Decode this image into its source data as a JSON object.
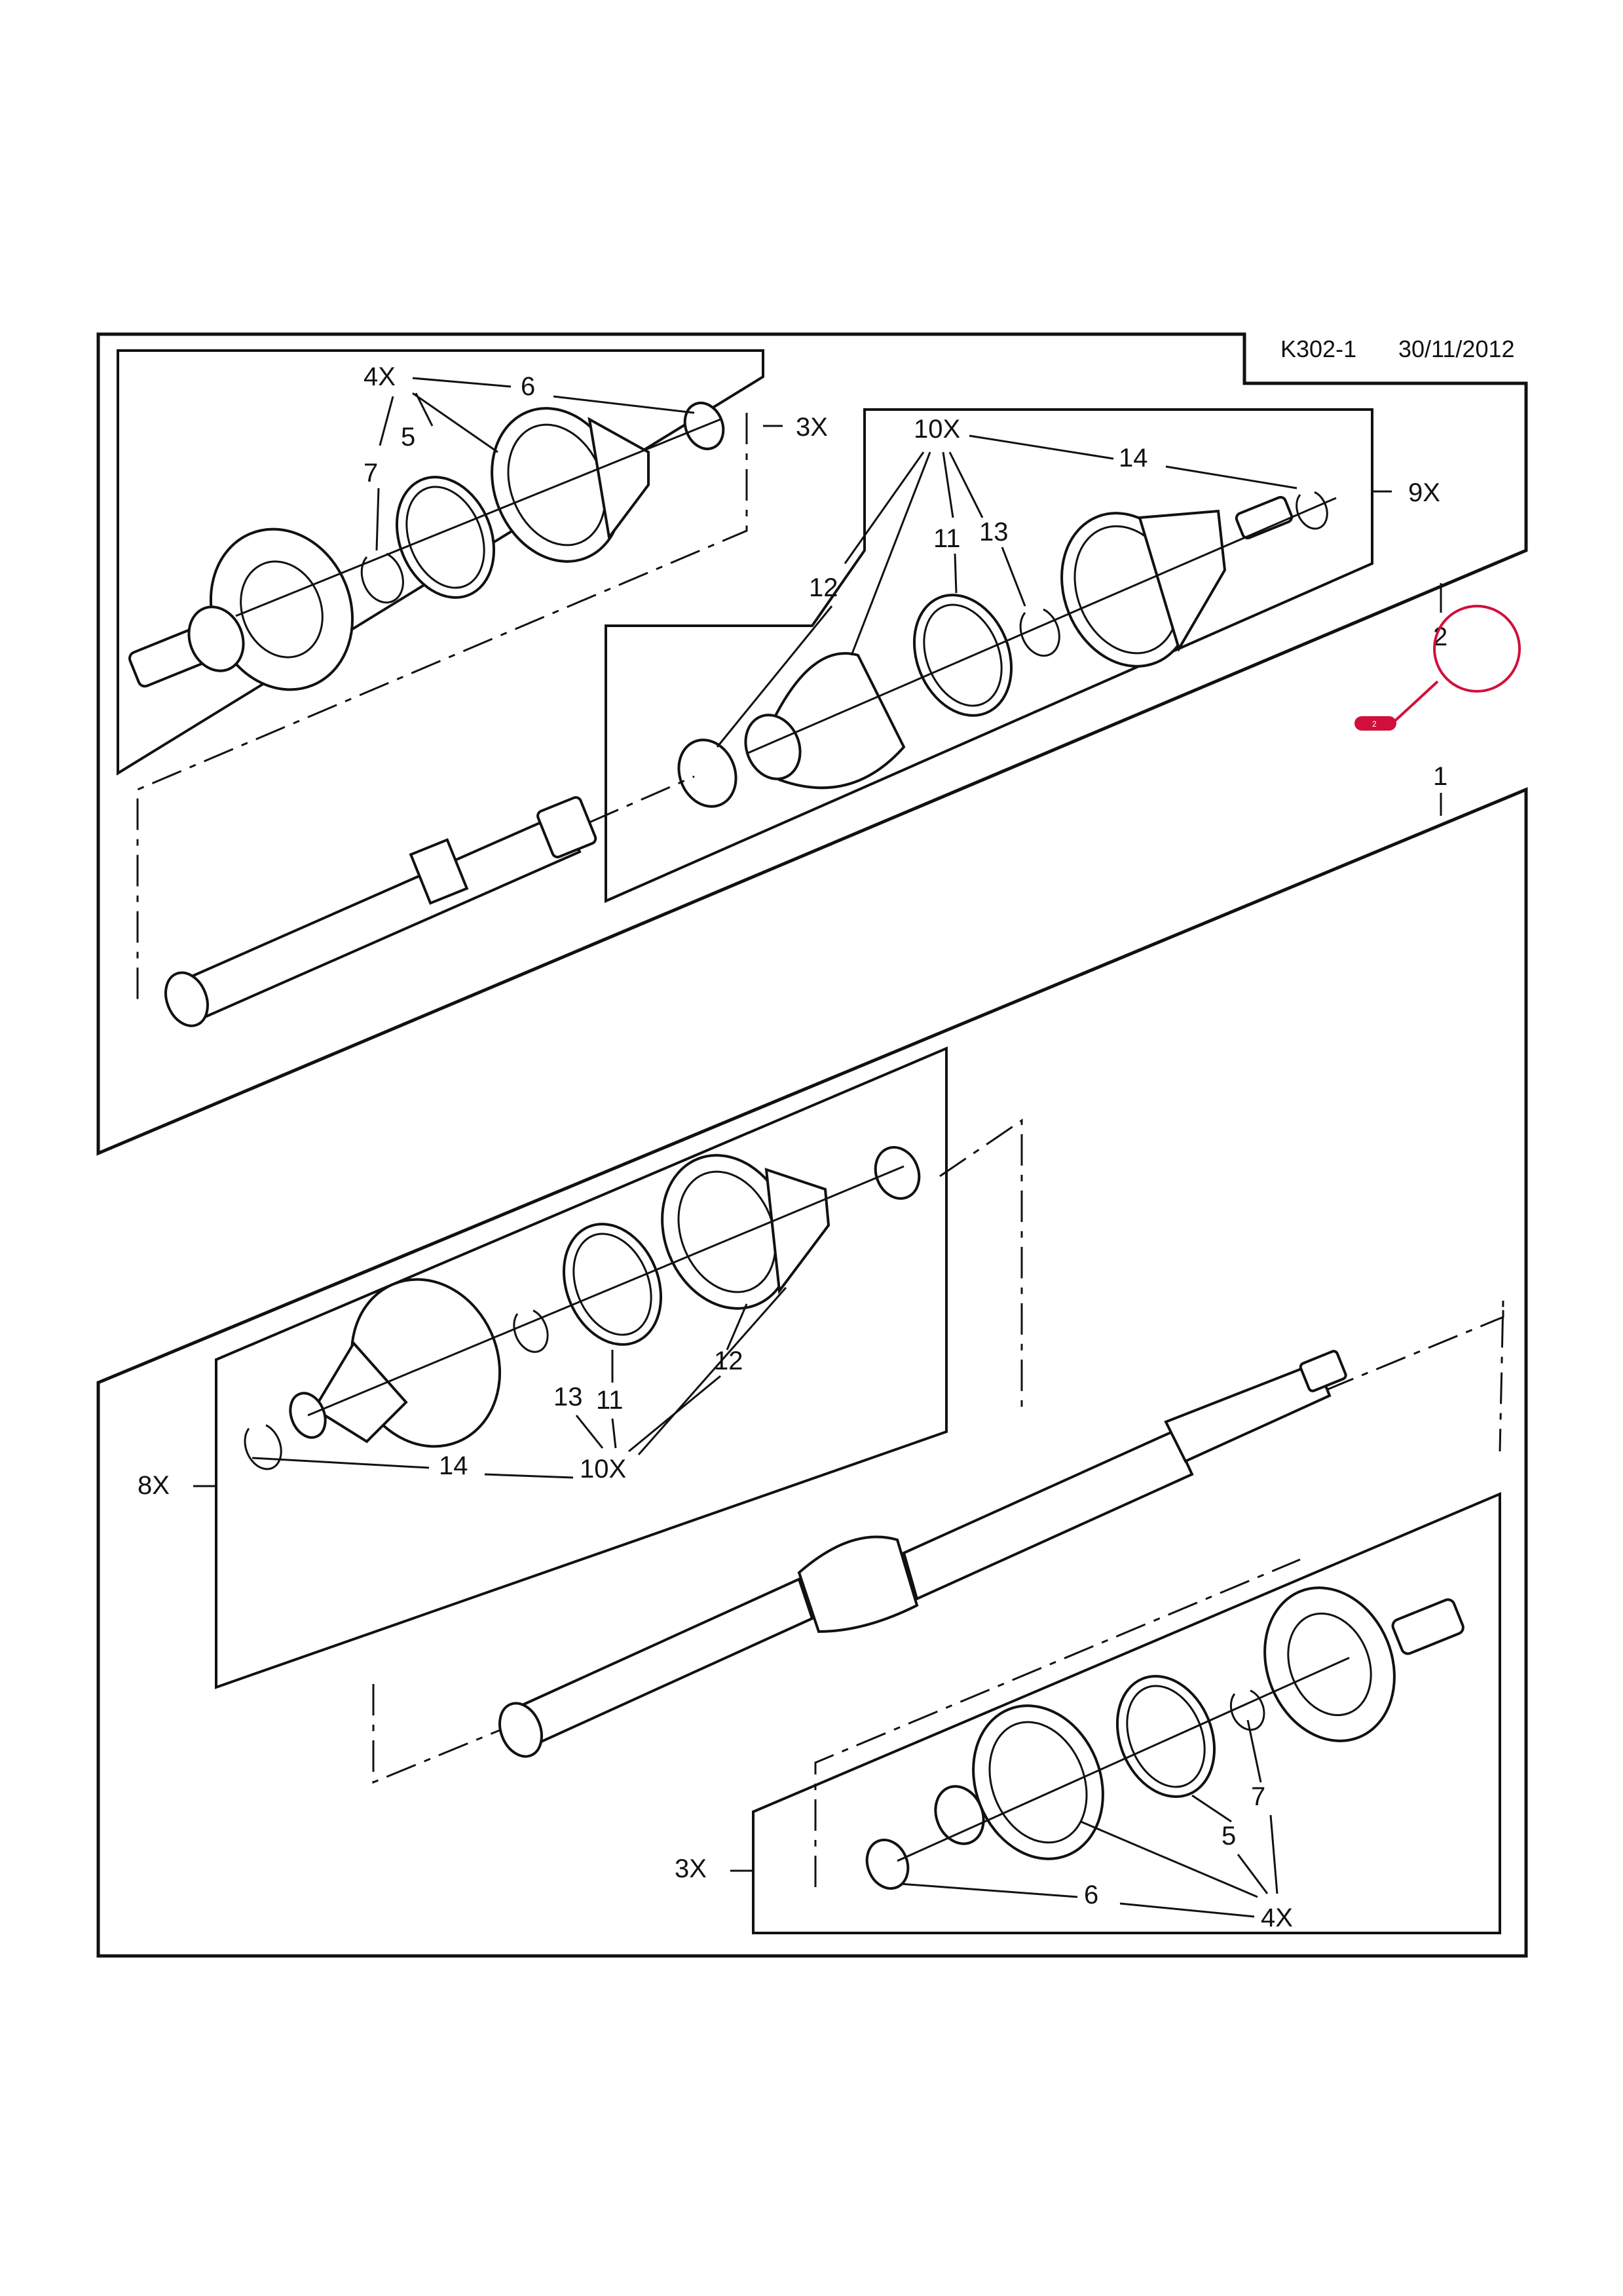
{
  "header": {
    "code": "K302-1",
    "date": "30/11/2012"
  },
  "hotspot": {
    "label": "2"
  },
  "labels": {
    "top_left": {
      "qty_4x": "4X",
      "p6": "6",
      "p5": "5",
      "p7": "7",
      "qty_3x": "3X"
    },
    "top_right": {
      "qty_10x": "10X",
      "p14": "14",
      "qty_9x": "9X",
      "p11": "11",
      "p13": "13",
      "p12": "12"
    },
    "assembly": {
      "p2": "2",
      "p1": "1"
    },
    "mid_left": {
      "p13": "13",
      "p11": "11",
      "p12": "12",
      "qty_8x": "8X",
      "p14": "14",
      "qty_10x": "10X"
    },
    "bottom_right": {
      "p7": "7",
      "p5": "5",
      "qty_3x": "3X",
      "p6": "6",
      "qty_4x": "4X"
    }
  }
}
